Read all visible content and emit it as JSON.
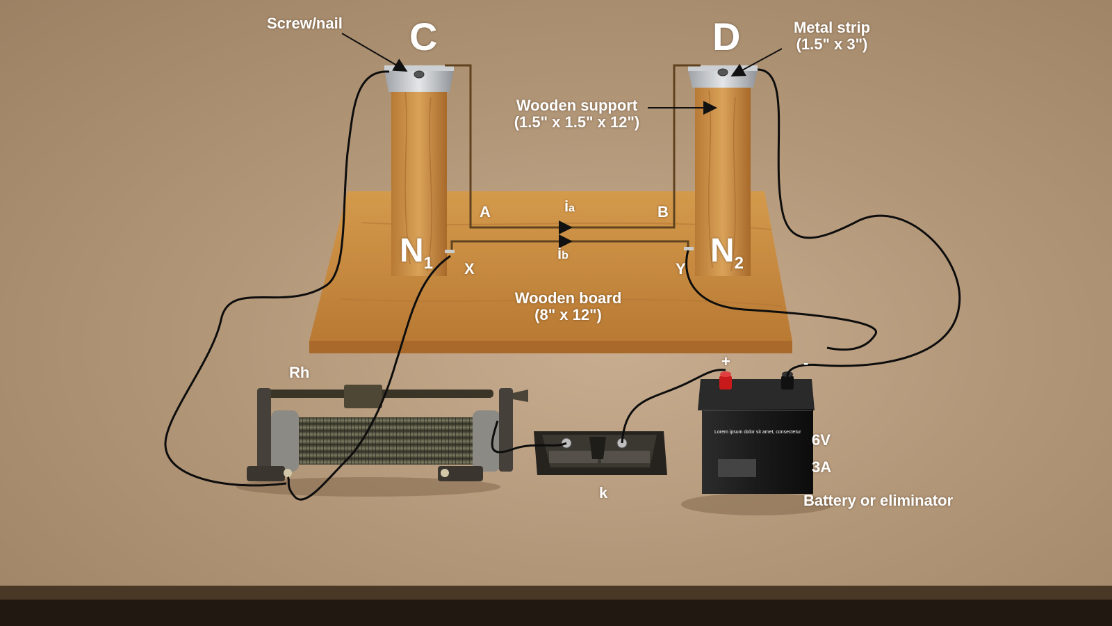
{
  "labels": {
    "screw_nail": "Screw/nail",
    "c": "C",
    "d": "D",
    "metal_strip": "Metal strip",
    "metal_strip_size": "(1.5\" x 3\")",
    "wooden_support": "Wooden support",
    "wooden_support_size": "(1.5\" x 1.5\" x 12\")",
    "a": "A",
    "b": "B",
    "ia_main": "i",
    "ia_sub": "a",
    "ib_main": "i",
    "ib_sub": "b",
    "n1_main": "N",
    "n1_sub": "1",
    "n2_main": "N",
    "n2_sub": "2",
    "x": "X",
    "y": "Y",
    "wooden_board": "Wooden board",
    "wooden_board_size": "(8\" x 12\")",
    "rh": "Rh",
    "k": "k",
    "plus": "+",
    "minus": "-",
    "battery_voltage": "6V",
    "battery_current": "3A",
    "battery_caption": "Battery or eliminator",
    "battery_print_1": "Lorem ipsum dolor sit amet, consectetur"
  },
  "colors": {
    "background": "#b39779",
    "wood": "#c98b3e",
    "wire": "#111111",
    "metal": "#b9bcc0",
    "conductor": "#6a4a22",
    "battery": "#1e1e1e",
    "positive_terminal": "#c81a1a"
  },
  "icons": [
    "screw-icon",
    "arrow-icon",
    "rheostat-icon",
    "key-switch-icon",
    "battery-icon"
  ]
}
